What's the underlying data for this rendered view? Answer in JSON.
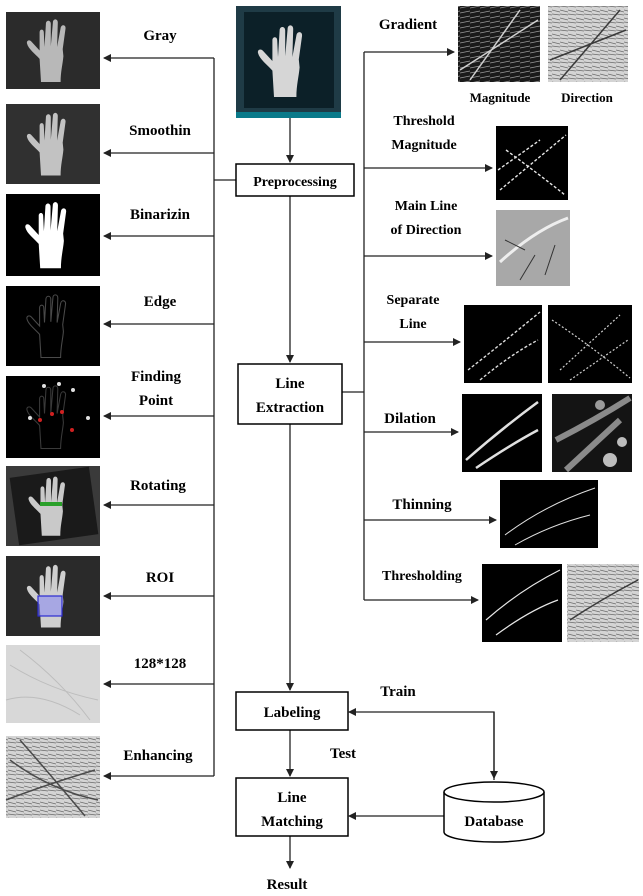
{
  "colors": {
    "stroke": "#222222",
    "text": "#000000",
    "background": "#ffffff"
  },
  "boxes": {
    "preprocessing": "Preprocessing",
    "line_extraction": [
      "Line",
      "Extraction"
    ],
    "labeling": "Labeling",
    "line_matching": [
      "Line",
      "Matching"
    ],
    "database": "Database"
  },
  "left_steps": [
    {
      "label": "Gray"
    },
    {
      "label": "Smoothin"
    },
    {
      "label": "Binarizin"
    },
    {
      "label": "Edge"
    },
    {
      "label": "Finding",
      "label2": "Point"
    },
    {
      "label": "Rotating"
    },
    {
      "label": "ROI"
    },
    {
      "label": "128*128"
    },
    {
      "label": "Enhancing"
    }
  ],
  "right_steps": {
    "gradient": "Gradient",
    "magnitude": "Magnitude",
    "direction": "Direction",
    "threshold_magnitude": [
      "Threshold",
      "Magnitude"
    ],
    "main_line_direction": [
      "Main Line",
      "of Direction"
    ],
    "separate_line": [
      "Separate",
      "Line"
    ],
    "dilation": "Dilation",
    "thinning": "Thinning",
    "thresholding": "Thresholding"
  },
  "flow": {
    "train": "Train",
    "test": "Test",
    "result": "Result"
  },
  "image_icons": [
    "palm-photo-icon",
    "gray-palm-icon",
    "smoothed-palm-icon",
    "binary-palm-icon",
    "edge-palm-icon",
    "point-palm-icon",
    "rotated-palm-icon",
    "roi-palm-icon",
    "roi-crop-icon",
    "enhanced-texture-icon",
    "gradient-magnitude-icon",
    "gradient-direction-icon",
    "threshold-magnitude-icon",
    "main-line-direction-icon",
    "separate-line-icon",
    "dilation-icon",
    "thinning-icon",
    "thresholding-icon"
  ]
}
